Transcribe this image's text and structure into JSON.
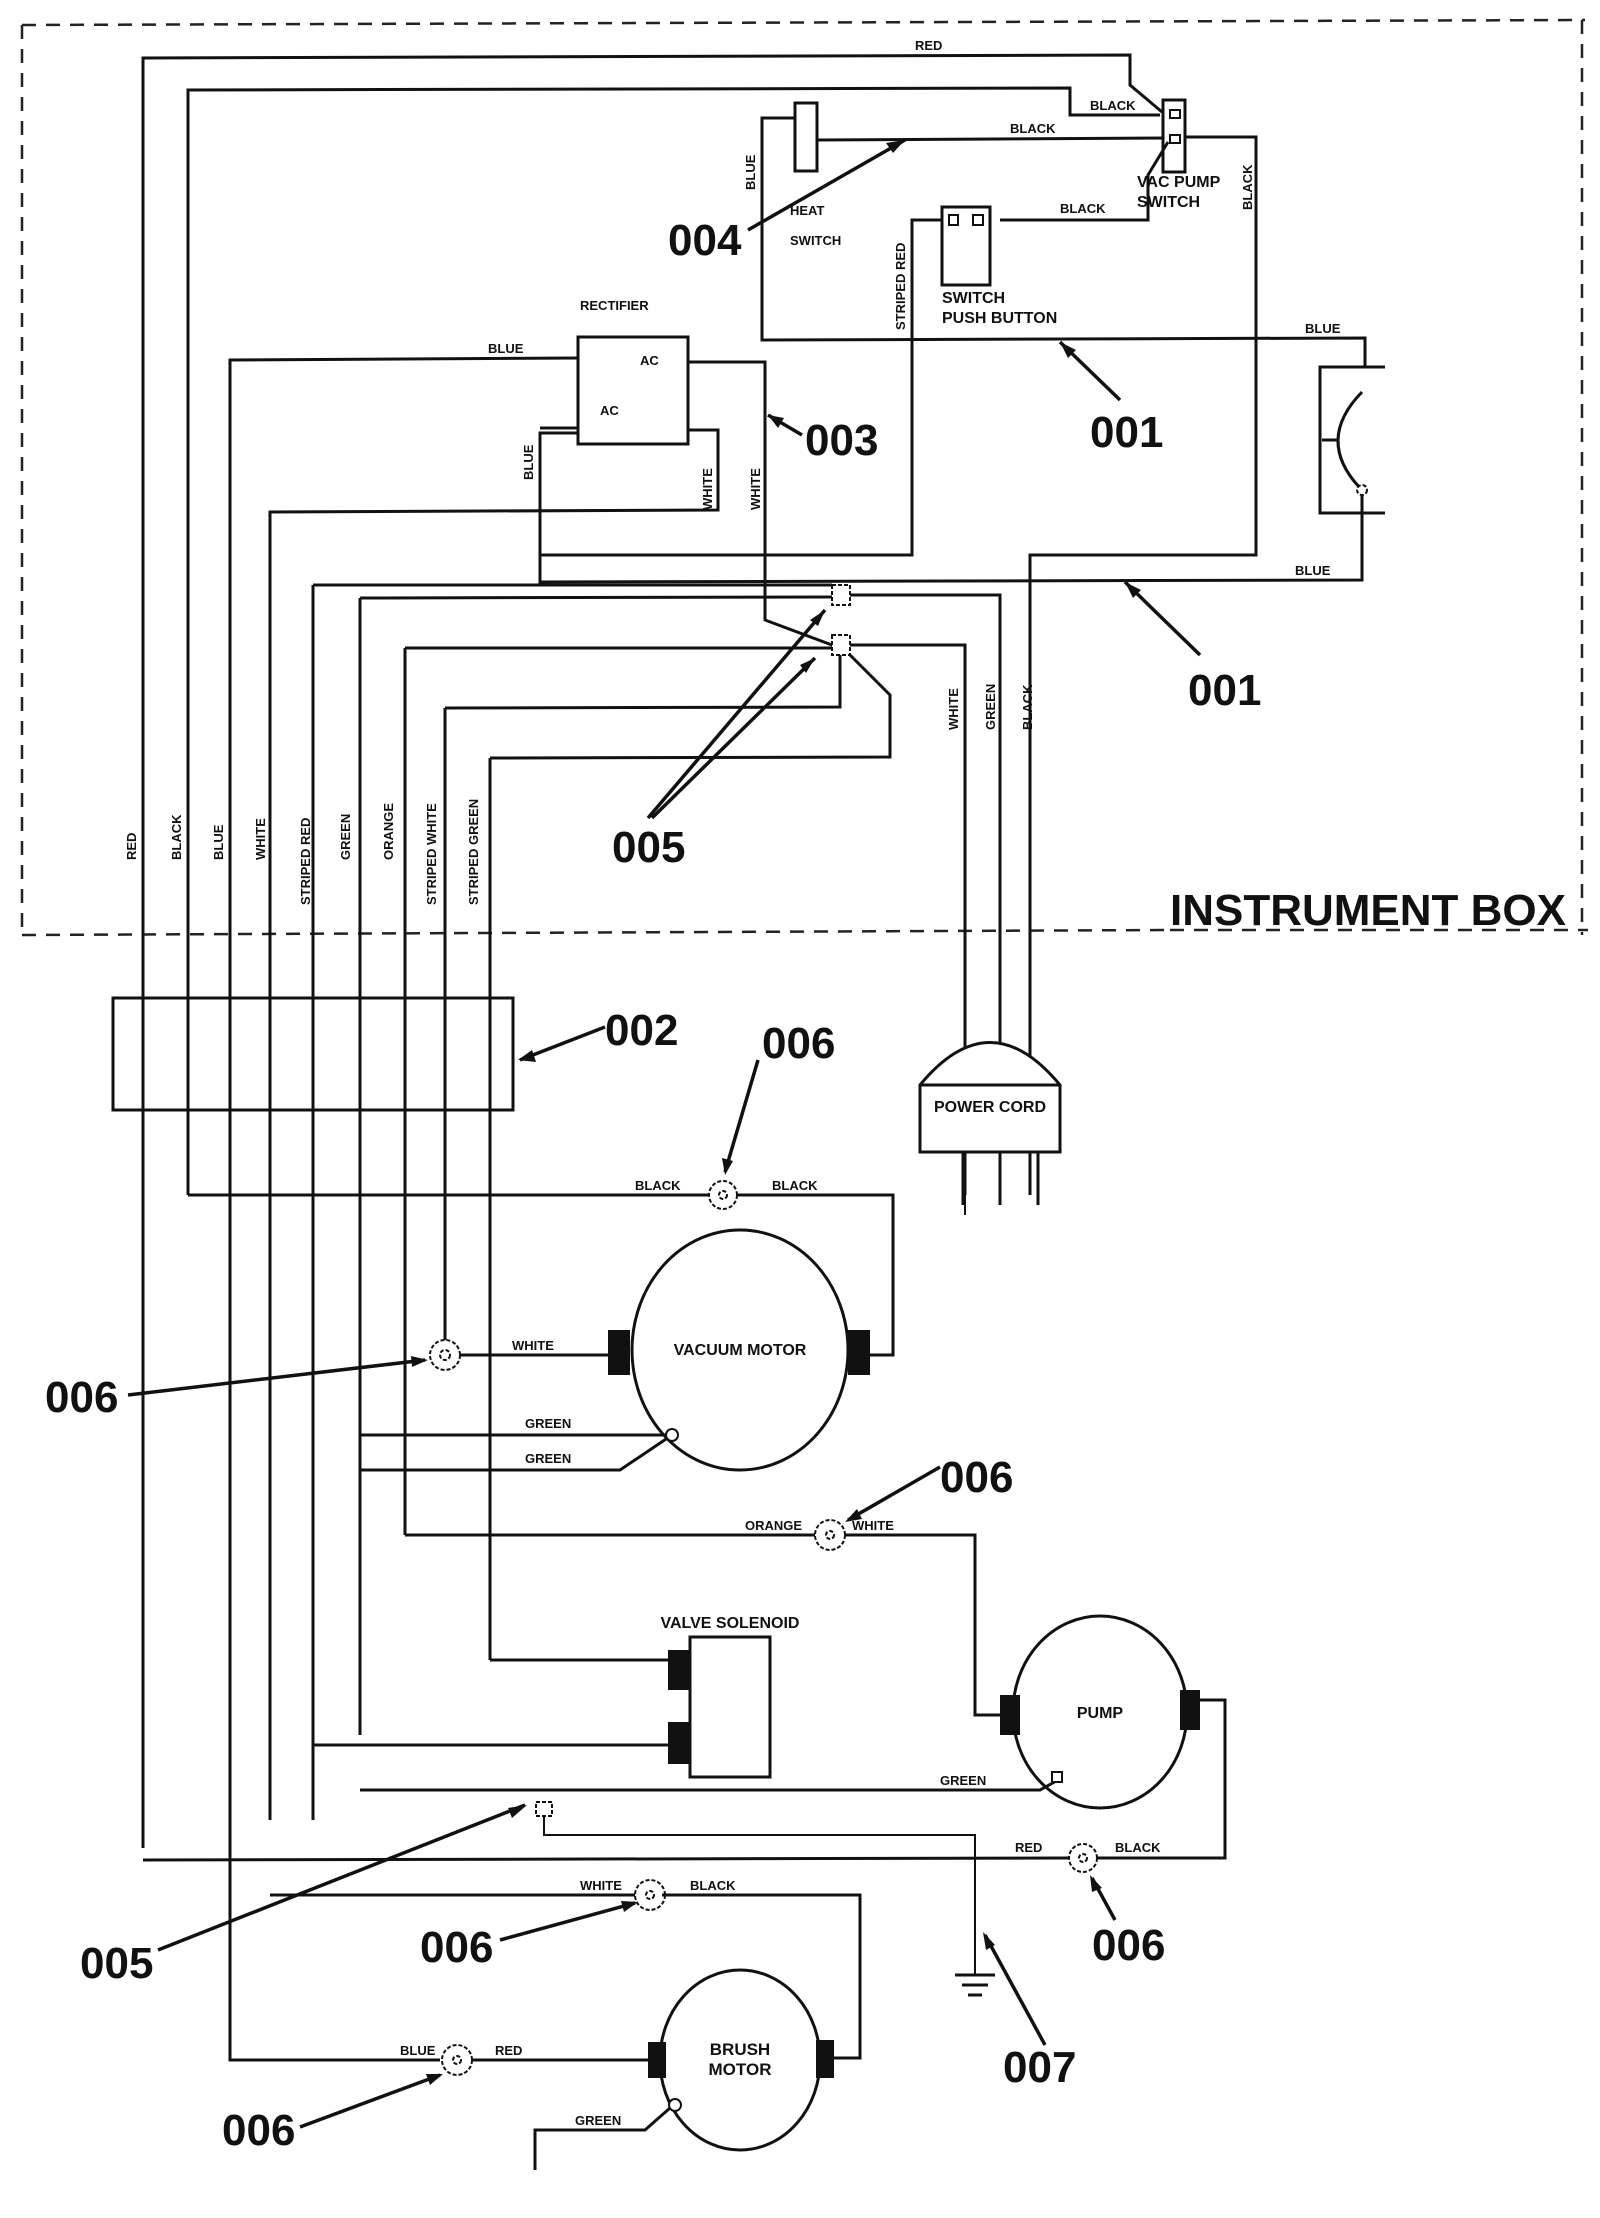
{
  "diagram": {
    "title": "INSTRUMENT BOX",
    "components": {
      "vac_pump_switch": "VAC PUMP\nSWITCH",
      "vac_pump_switch_l1": "VAC PUMP",
      "vac_pump_switch_l2": "SWITCH",
      "push_button_l1": "SWITCH",
      "push_button_l2": "PUSH BUTTON",
      "rectifier": "RECTIFIER",
      "rectifier_ac1": "AC",
      "rectifier_ac2": "AC",
      "heater_switch_l1": "HEAT",
      "heater_switch_l2": "SWITCH",
      "power_cord": "POWER CORD",
      "vacuum_motor": "VACUUM MOTOR",
      "valve_solenoid": "VALVE SOLENOID",
      "pump": "PUMP",
      "brush_motor_l1": "BRUSH",
      "brush_motor_l2": "MOTOR"
    },
    "callouts": {
      "c001a": "001",
      "c001b": "001",
      "c002": "002",
      "c003": "003",
      "c004": "004",
      "c005a": "005",
      "c005b": "005",
      "c006a": "006",
      "c006b": "006",
      "c006c": "006",
      "c006d": "006",
      "c006e": "006",
      "c006f": "006",
      "c007": "007"
    },
    "harness_wires": [
      "RED",
      "BLACK",
      "BLUE",
      "WHITE",
      "STRIPED RED",
      "GREEN",
      "ORANGE",
      "STRIPED WHITE",
      "STRIPED GREEN"
    ],
    "power_cord_wires": [
      "WHITE",
      "GREEN",
      "BLACK"
    ],
    "wire_labels": {
      "top_red": "RED",
      "top_black": "BLACK",
      "switch_black": "BLACK",
      "pushbutton_black": "BLACK",
      "blue_left": "BLUE",
      "vac_switch_black": "BLACK",
      "striped_red": "STRIPED RED",
      "rectifier_blue": "BLUE",
      "rectifier_blue2": "BLUE",
      "rectifier_white": "WHITE",
      "rectifier_white2": "WHITE",
      "sensor_blue_top": "BLUE",
      "sensor_blue_bottom": "BLUE",
      "vac_black_left": "BLACK",
      "vac_black_right": "BLACK",
      "vac_white": "WHITE",
      "vac_green": "GREEN",
      "vac_green2": "GREEN",
      "pump_orange": "ORANGE",
      "pump_white": "WHITE",
      "pump_green": "GREEN",
      "pump_red": "RED",
      "pump_black": "BLACK",
      "brush_white": "WHITE",
      "brush_black": "BLACK",
      "brush_blue": "BLUE",
      "brush_red": "RED",
      "brush_green": "GREEN"
    }
  }
}
